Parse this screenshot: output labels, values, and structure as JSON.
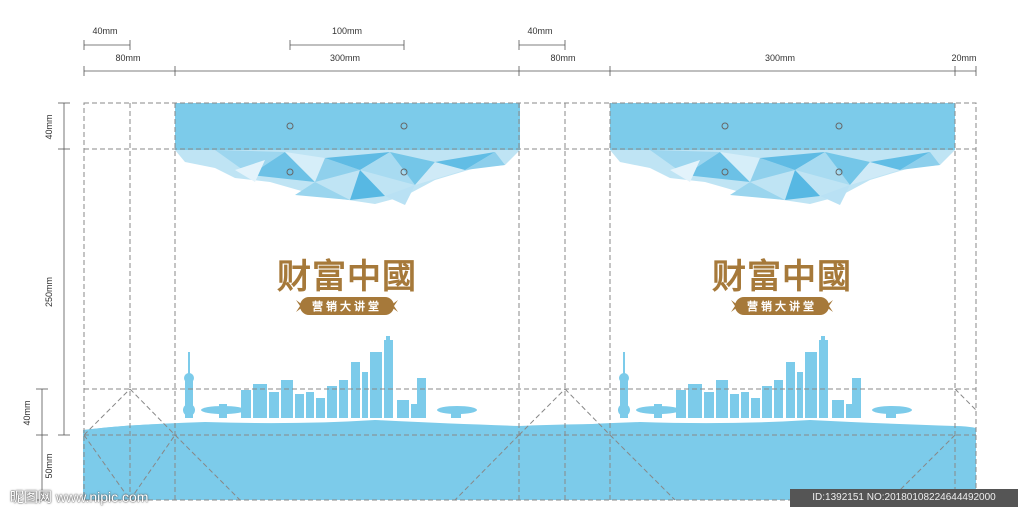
{
  "dimensions": {
    "top_row_1": [
      "40mm",
      "100mm",
      "40mm"
    ],
    "top_row_2": [
      "80mm",
      "300mm",
      "80mm",
      "300mm",
      "20mm"
    ],
    "left_side": [
      "40mm",
      "250mm",
      "40mm",
      "50mm"
    ]
  },
  "panels": [
    {
      "brand_title": "财富中國",
      "brand_subtitle": "营销大讲堂"
    },
    {
      "brand_title": "财富中國",
      "brand_subtitle": "营销大讲堂"
    }
  ],
  "watermark": {
    "site": "昵图网 www.nipic.com",
    "id_line": "ID:1392151 NO:20180108224644492000"
  },
  "colors": {
    "sky_blue": "#7ccbea",
    "light_blue": "#bfe4f4",
    "brand_gold": "#a6793a",
    "dashed_line": "#888888"
  }
}
